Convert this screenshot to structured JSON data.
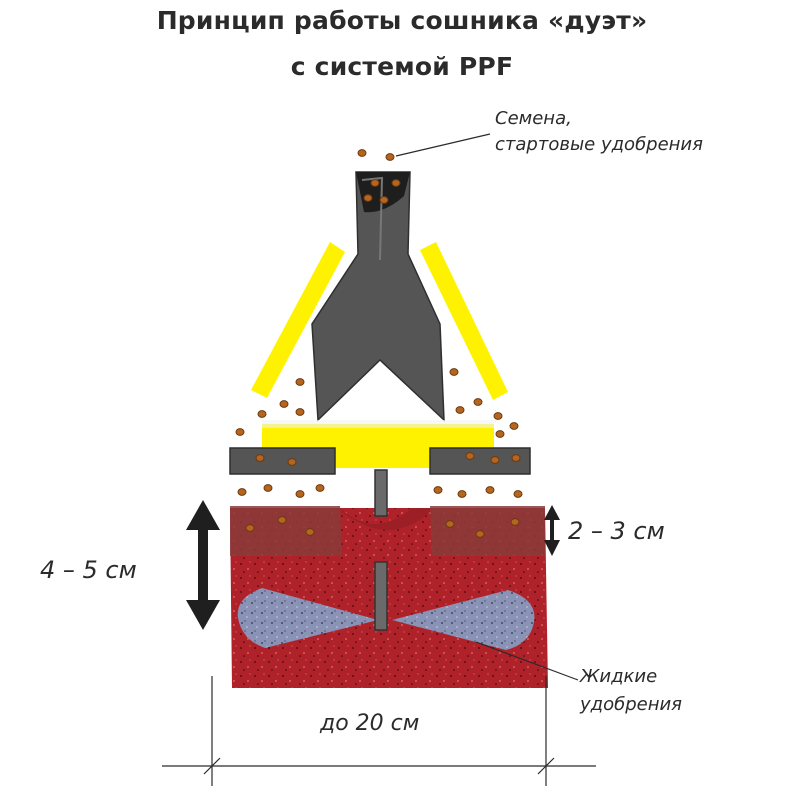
{
  "title_line1": "Принцип работы сошника «дуэт»",
  "title_line2": "с системой PPF",
  "labels": {
    "seeds_line1": "Семена,",
    "seeds_line2": "стартовые удобрения",
    "depth_seed": "2 – 3 см",
    "depth_fert": "4 – 5 см",
    "liquid_line1": "Жидкие",
    "liquid_line2": "удобрения",
    "width": "до 20 см"
  },
  "colors": {
    "soil": "#b0222a",
    "soil_top": "#8a3a3a",
    "metal": "#595959",
    "yellow": "#fff200",
    "fertilizer_zone": "#8a93b5",
    "seed": "#b5651d"
  }
}
